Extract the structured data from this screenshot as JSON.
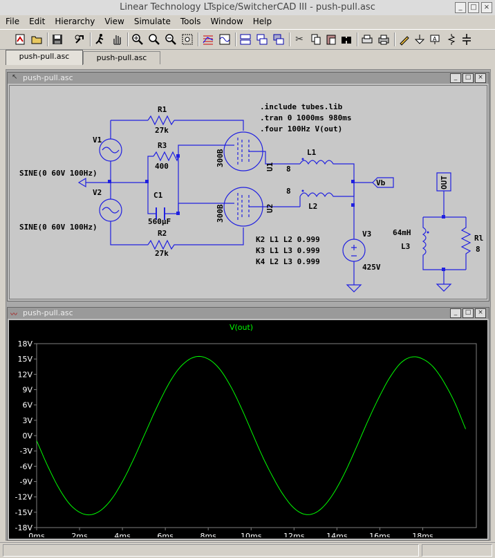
{
  "window": {
    "title": "Linear Technology LTspice/SwitcherCAD III - push-pull.asc"
  },
  "menu": [
    "File",
    "Edit",
    "Hierarchy",
    "View",
    "Simulate",
    "Tools",
    "Window",
    "Help"
  ],
  "toolbar": [
    "new-schematic-icon",
    "open-icon",
    "save-icon",
    "control-panel-icon",
    "run-icon",
    "halt-icon",
    "zoom-in-icon",
    "zoom-area-icon",
    "zoom-out-icon",
    "zoom-fit-icon",
    "autoscale-icon",
    "waveform-icon",
    "tile-icon",
    "cascade-icon",
    "cascade-alt-icon",
    "cut-icon",
    "copy-icon",
    "paste-icon",
    "find-icon",
    "print-preview-icon",
    "print-icon",
    "wire-icon",
    "ground-icon",
    "label-net-icon",
    "resistor-icon",
    "capacitor-icon"
  ],
  "tabs": [
    "push-pull.asc",
    "push-pull.asc"
  ],
  "schematic_window": {
    "title": "push-pull.asc",
    "directives": [
      ".include tubes.lib",
      ".tran 0 1000ms 980ms",
      ".four 100Hz V(out)"
    ],
    "couplings": [
      "K2 L1 L2 0.999",
      "K3 L1 L3 0.999",
      "K4 L2 L3 0.999"
    ],
    "labels": {
      "R1": "R1",
      "R1v": "27k",
      "R3": "R3",
      "R3v": "400",
      "C1": "C1",
      "C1v": "560µF",
      "R2": "R2",
      "R2v": "27k",
      "V1": "V1",
      "V2": "V2",
      "V3": "V3",
      "V3v": "425V",
      "sine1": "SINE(0 60V 100Hz)",
      "sine2": "SINE(0 60V 100Hz)",
      "U1": "U1",
      "U2": "U2",
      "tube1": "300B",
      "tube2": "300B",
      "L1": "L1",
      "L2": "L2",
      "L1n": "8",
      "L2n": "8",
      "Vb": "Vb",
      "OUT": "OUT",
      "L3": "L3",
      "L3v": "64mH",
      "Rl": "Rl",
      "Rlv": "8"
    }
  },
  "plot_window": {
    "title": "push-pull.asc"
  },
  "chart_data": {
    "type": "line",
    "title": "V(out)",
    "xlabel": "",
    "ylabel": "",
    "xlim": [
      0,
      20.5
    ],
    "ylim": [
      -18,
      18
    ],
    "xticks": [
      "0ms",
      "2ms",
      "4ms",
      "6ms",
      "8ms",
      "10ms",
      "12ms",
      "14ms",
      "16ms",
      "18ms"
    ],
    "xtick_values": [
      0,
      2,
      4,
      6,
      8,
      10,
      12,
      14,
      16,
      18
    ],
    "yticks": [
      "18V",
      "15V",
      "12V",
      "9V",
      "6V",
      "3V",
      "0V",
      "-3V",
      "-6V",
      "-9V",
      "-12V",
      "-15V",
      "-18V"
    ],
    "ytick_values": [
      18,
      15,
      12,
      9,
      6,
      3,
      0,
      -3,
      -6,
      -9,
      -12,
      -15,
      -18
    ],
    "series": [
      {
        "color": "#00ff00",
        "x": [
          0,
          0.5,
          1,
          1.5,
          2,
          2.5,
          3,
          3.5,
          4,
          4.5,
          5,
          5.5,
          6,
          6.5,
          7,
          7.5,
          8,
          8.5,
          9,
          9.5,
          10,
          10.5,
          11,
          11.5,
          12,
          12.5,
          13,
          13.5,
          14,
          14.5,
          15,
          15.5,
          16,
          16.5,
          17,
          17.5,
          18,
          18.5,
          19,
          19.5,
          20
        ],
        "values": [
          -1.0,
          -5.8,
          -10.0,
          -13.2,
          -15.0,
          -15.5,
          -14.6,
          -12.4,
          -9.0,
          -4.8,
          -0.1,
          4.6,
          8.9,
          12.4,
          14.6,
          15.5,
          15.0,
          13.2,
          10.0,
          5.8,
          1.0,
          -3.8,
          -8.0,
          -11.6,
          -14.2,
          -15.4,
          -15.1,
          -13.3,
          -10.2,
          -6.1,
          -1.4,
          3.4,
          7.8,
          11.6,
          14.3,
          15.4,
          15.0,
          13.4,
          10.4,
          6.4,
          1.3
        ]
      }
    ],
    "grid": false,
    "colors": {
      "background": "#000000",
      "axes": "#808080",
      "text": "#ffffff",
      "title": "#00ff00"
    }
  }
}
